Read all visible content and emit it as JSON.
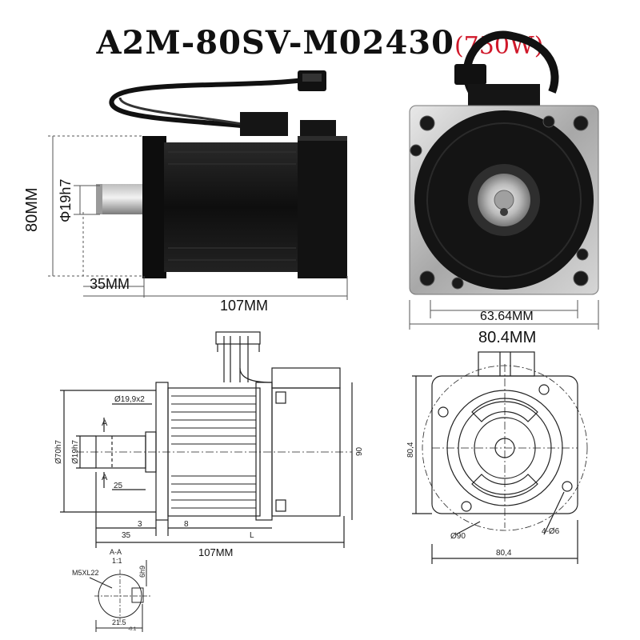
{
  "title": {
    "model": "A2M-80SV-M02430",
    "power": "(750W)"
  },
  "photo_dims": {
    "height": "80MM",
    "shaft_diameter": "Φ19h7",
    "shaft_length": "35MM",
    "body_length": "107MM",
    "bolt_spacing": "63.64MM",
    "flange_width": "80.4MM"
  },
  "drawing_dims": {
    "keyway": "Ø19,9x2",
    "pilot": "Ø70h7",
    "shaft": "Ø19h7",
    "section_mark_top": "A",
    "section_mark_bottom": "A",
    "key_length": "25",
    "shaft_len": "35",
    "flange_thk": "3",
    "step": "8",
    "L": "L",
    "height_90": "90",
    "total_length": "107MM",
    "front_side": "80,4",
    "front_bottom": "80,4",
    "pcd": "Ø90",
    "holes": "4-Ø6"
  },
  "section": {
    "label": "A-A",
    "scale": "1:1",
    "thread": "M5XL22",
    "key_w": "6h9",
    "depth": "21.5",
    "depth_sub": "-0.1"
  },
  "colors": {
    "title_red": "#d0182a",
    "motor_black": "#141414",
    "line": "#222222"
  }
}
